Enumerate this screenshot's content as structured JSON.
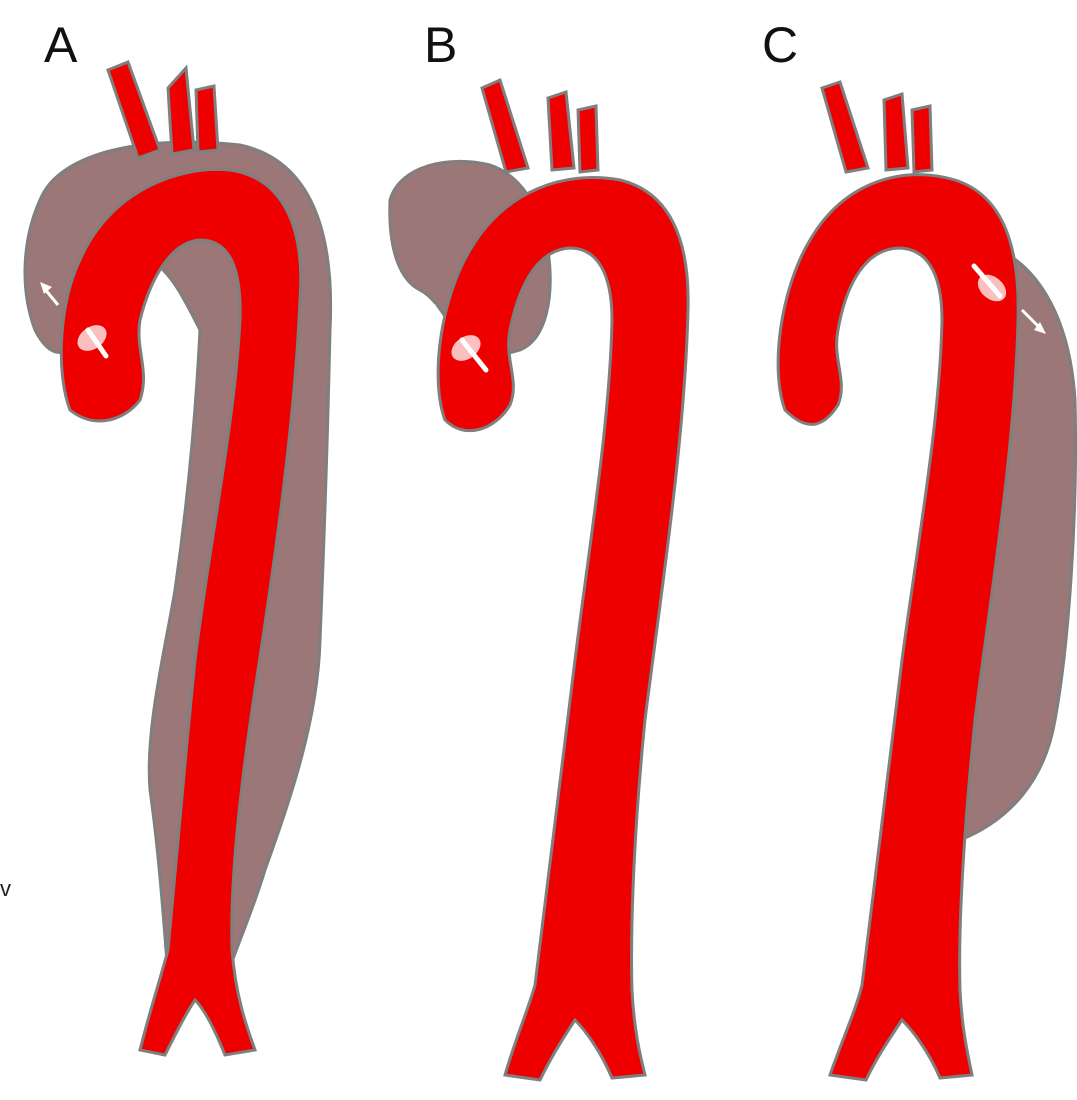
{
  "panels": [
    {
      "label": "A",
      "false_lumen": "ascending-and-descending",
      "entry_tear": "ascending"
    },
    {
      "label": "B",
      "false_lumen": "ascending",
      "entry_tear": "ascending"
    },
    {
      "label": "C",
      "false_lumen": "descending",
      "entry_tear": "descending"
    }
  ],
  "edge_mark": "v",
  "colors": {
    "true_lumen": "#ee0000",
    "false_lumen": "#8a5f5f",
    "vessel_wall": "#7f7f7f",
    "tear_arrow": "#ffffff",
    "background": "#ffffff"
  }
}
